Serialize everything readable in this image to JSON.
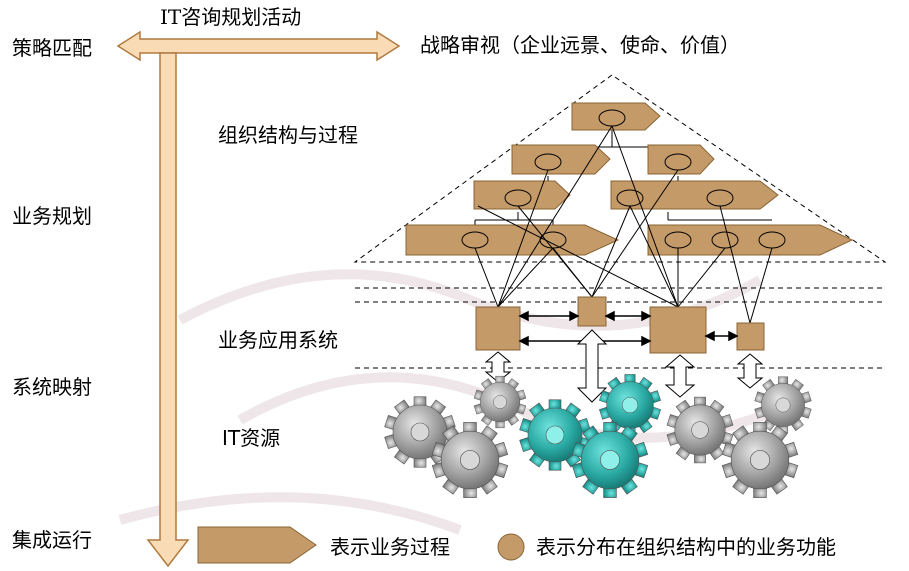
{
  "header": {
    "activity": "IT咨询规划活动",
    "right_label": "战略审视（企业远景、使命、价值）"
  },
  "left_axis": {
    "top": "策略匹配",
    "middle": "业务规划",
    "lower": "系统映射",
    "bottom": "集成运行"
  },
  "layers": {
    "org": "组织结构与过程",
    "apps": "业务应用系统",
    "it": "IT资源"
  },
  "legend": {
    "process": "表示业务过程",
    "function": "表示分布在组织结构中的业务功能"
  },
  "colors": {
    "arrow_fill": "#f9dcb5",
    "arrow_stroke": "#b07a40",
    "shape_fill": "#c49a68",
    "gear_gray": "#9a9a9a",
    "gear_teal": "#2aa9a3"
  }
}
